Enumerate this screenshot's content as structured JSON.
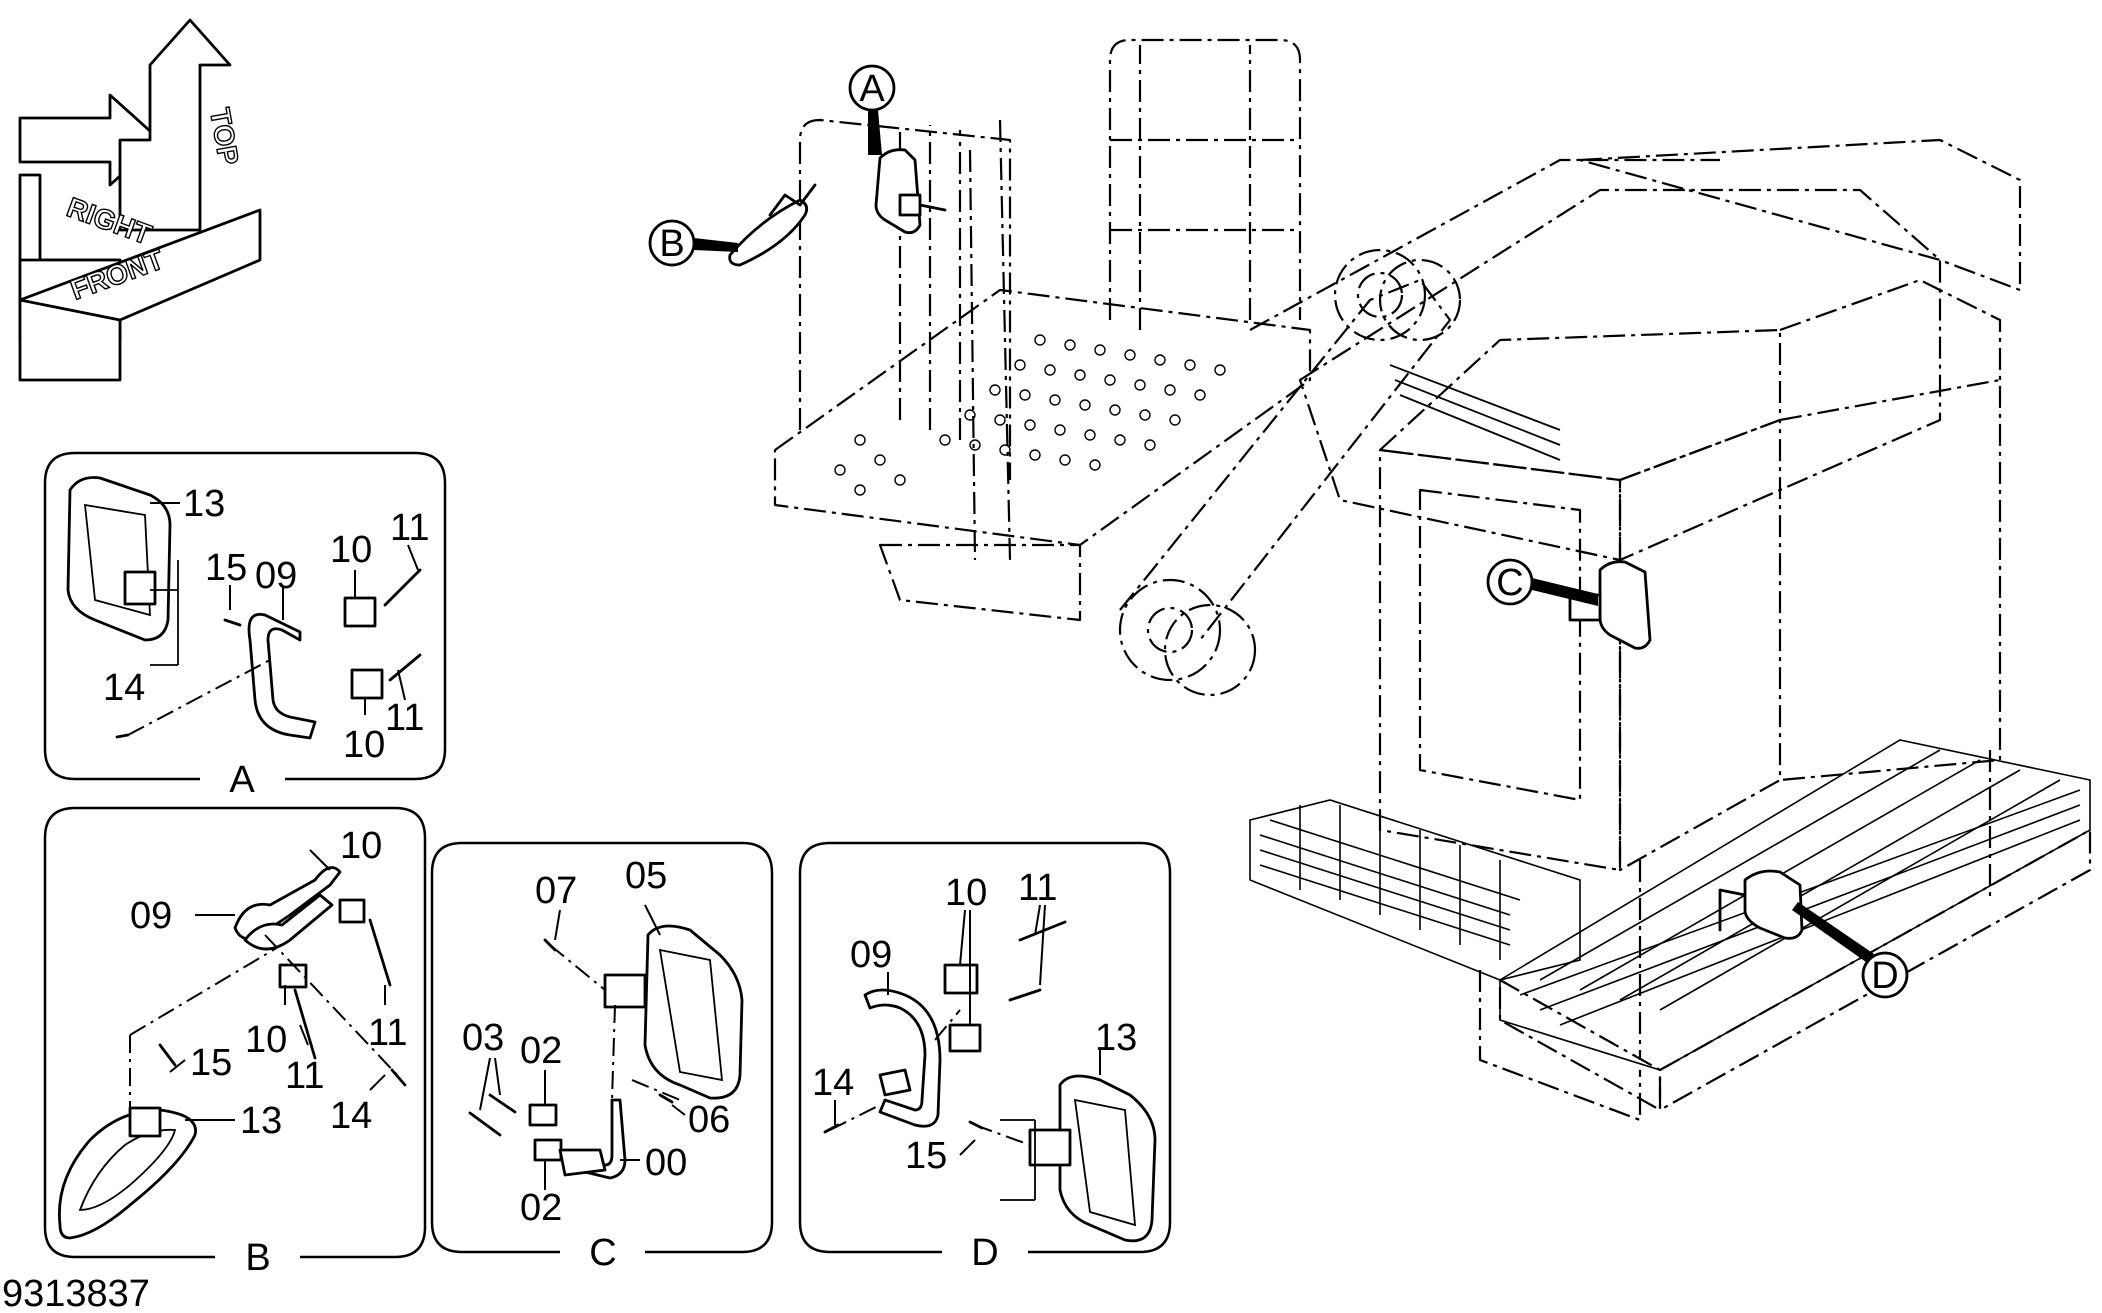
{
  "orientation": {
    "top": "TOP",
    "right": "RIGHT",
    "front": "FRONT"
  },
  "callouts": {
    "a": "A",
    "b": "B",
    "c": "C",
    "d": "D"
  },
  "panels": {
    "a": {
      "title": "A",
      "labels": [
        "13",
        "15",
        "09",
        "10",
        "11",
        "14",
        "11",
        "10"
      ]
    },
    "b": {
      "title": "B",
      "labels": [
        "10",
        "09",
        "15",
        "10",
        "11",
        "11",
        "14",
        "13"
      ]
    },
    "c": {
      "title": "C",
      "labels": [
        "07",
        "05",
        "03",
        "02",
        "06",
        "00",
        "02"
      ]
    },
    "d": {
      "title": "D",
      "labels": [
        "10",
        "11",
        "09",
        "14",
        "13",
        "15"
      ]
    }
  },
  "drawing_number": "9313837"
}
